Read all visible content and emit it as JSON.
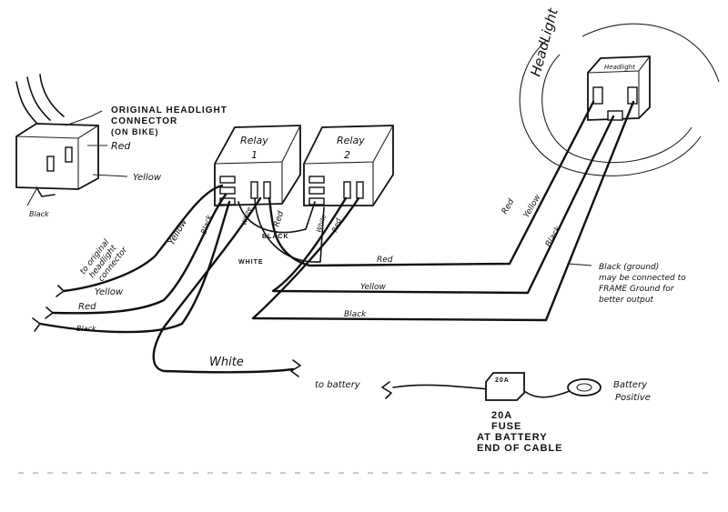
{
  "headlight": {
    "title": "HeadLight",
    "box_label": "Headlight"
  },
  "connector": {
    "label_line1": "ORIGINAL HEADLIGHT",
    "label_line2": "CONNECTOR",
    "label_line3": "(ON BIKE)",
    "red": "Red",
    "yellow": "Yellow",
    "black": "Black"
  },
  "relays": [
    {
      "title": "Relay",
      "number": "1"
    },
    {
      "title": "Relay",
      "number": "2"
    }
  ],
  "relay_pins": {
    "black": "Black",
    "white": "White",
    "red": "Red"
  },
  "wires": {
    "yellow_up": "Yellow",
    "to_original_line1": "to original",
    "to_original_line2": "headlight",
    "to_original_line3": "connector",
    "yellow": "Yellow",
    "red": "Red",
    "black": "Black",
    "black_short": "BLACK",
    "white_short": "WHITE",
    "white_long": "White",
    "run_red": "Red",
    "run_yellow": "Yellow",
    "run_black": "Black",
    "diag_red": "Red",
    "diag_yellow": "Yellow",
    "diag_black": "Black"
  },
  "ground_note": {
    "line1": "Black (ground)",
    "line2": "may be connected to",
    "line3": "FRAME Ground for",
    "line4": "better output"
  },
  "battery": {
    "to_battery": "to battery",
    "fuse_box": "20A",
    "fuse_line1": "20A",
    "fuse_line2": "FUSE",
    "fuse_line3": "AT BATTERY",
    "fuse_line4": "END OF CABLE",
    "positive_line1": "Battery",
    "positive_line2": "Positive"
  }
}
